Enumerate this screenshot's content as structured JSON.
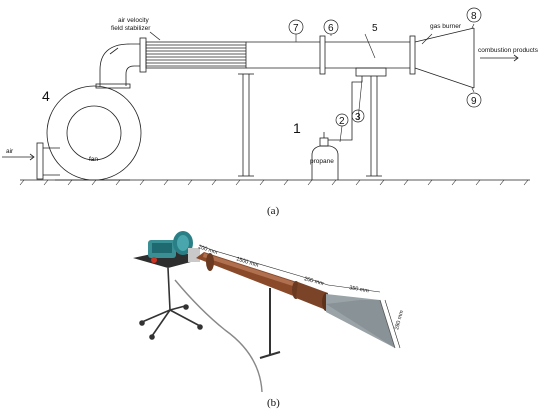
{
  "diagram_a": {
    "labels": {
      "air_velocity_line1": "air velocity",
      "air_velocity_line2": "field stabilizer",
      "gas_burner": "gas burner",
      "combustion_products": "combustion products",
      "air": "air",
      "fan": "fan",
      "propane": "propane"
    },
    "numbers": {
      "n1": "1",
      "n2": "2",
      "n3": "3",
      "n4": "4",
      "n5": "5",
      "n6": "6",
      "n7": "7",
      "n8": "8",
      "n9": "9"
    },
    "caption": "(a)"
  },
  "photo_b": {
    "dimensions": {
      "d200a": "200 mm",
      "d1500": "1500 mm",
      "d200b": "200 mm",
      "d350": "350 mm",
      "d280": "280 mm"
    },
    "caption": "(b)"
  },
  "colors": {
    "line": "#222222",
    "pipe_rust": "#8a4a2a",
    "pipe_rust_light": "#b07050",
    "steel": "#9aa3a8",
    "fan_teal": "#2a8a8a",
    "stand": "#333333"
  }
}
